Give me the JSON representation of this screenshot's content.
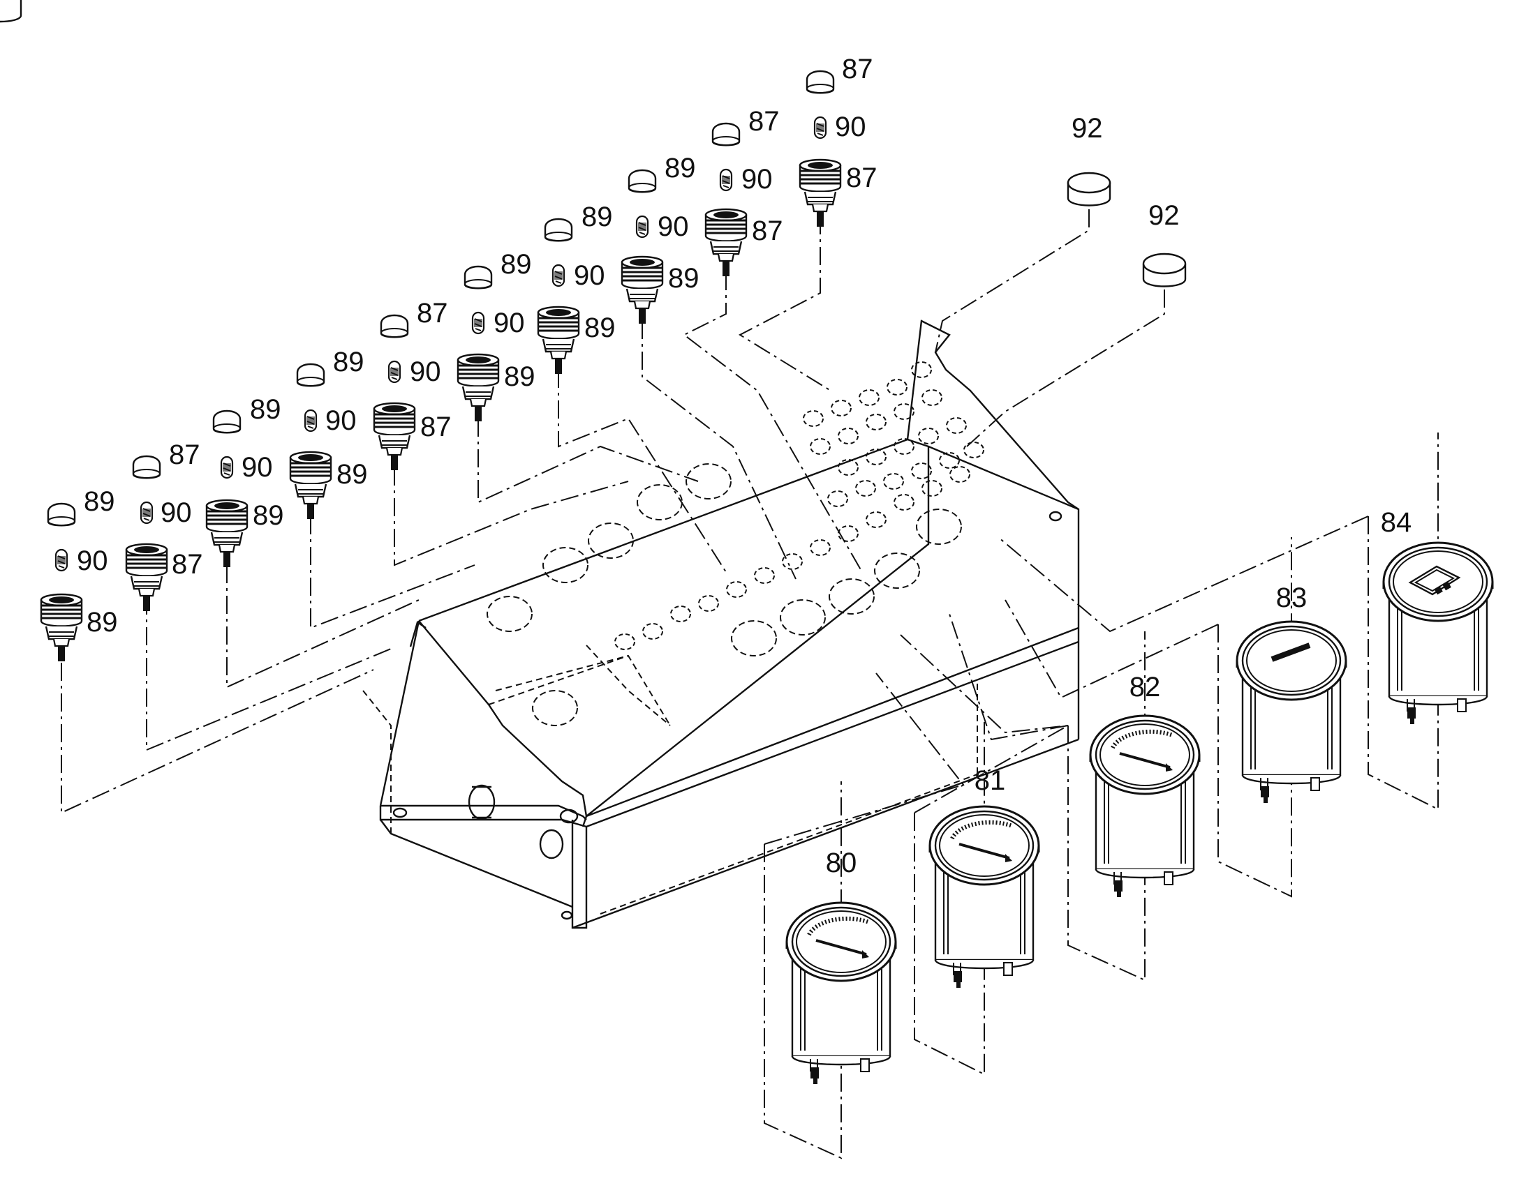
{
  "callouts": {
    "c92a": "92",
    "c92b": "92",
    "c84": "84",
    "c83": "83",
    "c82": "82",
    "c81": "81",
    "c80": "80",
    "r1c": "89",
    "r1p": "90",
    "r1s": "89",
    "r2c": "87",
    "r2p": "90",
    "r2s": "87",
    "r3c": "89",
    "r3p": "90",
    "r3s": "89",
    "r4c": "89",
    "r4p": "90",
    "r4s": "89",
    "r5c": "87",
    "r5p": "90",
    "r5s": "87",
    "r6c": "89",
    "r6p": "90",
    "r6s": "89",
    "r7c": "89",
    "r7p": "90",
    "r7s": "89",
    "r8c": "89",
    "r8p": "90",
    "r8s": "89",
    "r9c": "87",
    "r9p": "90",
    "r9s": "87",
    "r10c": "87",
    "r10p": "90",
    "r10s": "87"
  }
}
